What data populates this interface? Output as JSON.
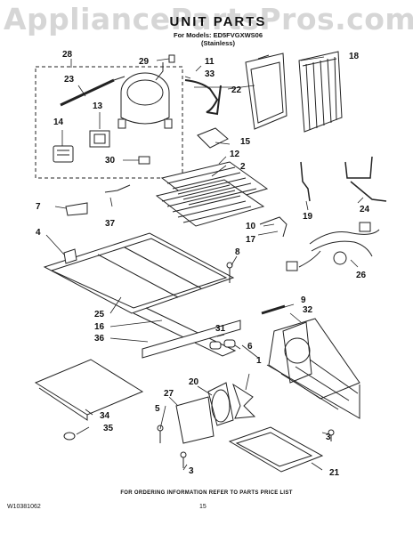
{
  "watermark": "AppliancePartsPros.com",
  "header": {
    "title": "UNIT PARTS",
    "models_line": "For Models: ED5FVGXWS06",
    "finish_line": "(Stainless)"
  },
  "callouts": [
    "28",
    "29",
    "11",
    "33",
    "18",
    "23",
    "22",
    "13",
    "14",
    "15",
    "30",
    "12",
    "2",
    "7",
    "37",
    "10",
    "17",
    "19",
    "24",
    "4",
    "8",
    "26",
    "9",
    "32",
    "25",
    "16",
    "31",
    "36",
    "6",
    "1",
    "20",
    "5",
    "27",
    "34",
    "35",
    "3",
    "21"
  ],
  "footer": {
    "note": "FOR ORDERING INFORMATION REFER TO PARTS PRICE LIST",
    "doc_number": "W10381062",
    "page_number": "15"
  }
}
